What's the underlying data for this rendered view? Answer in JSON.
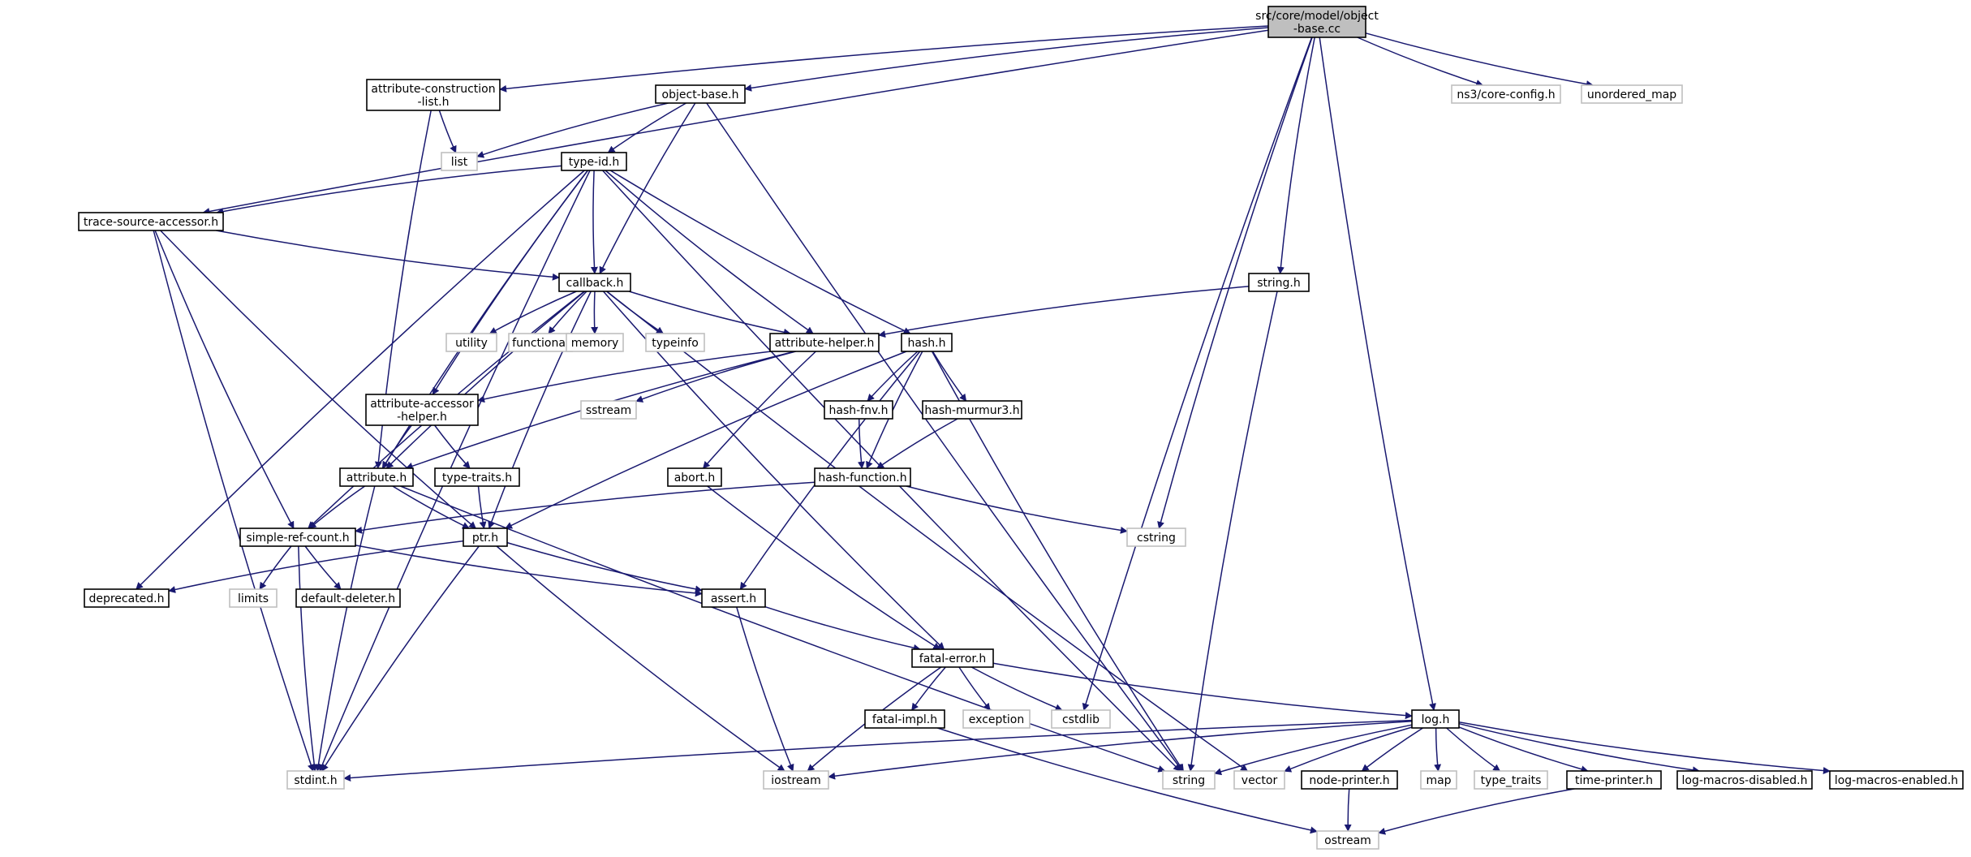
{
  "diagram": {
    "colors": {
      "edge": "#191970",
      "root_fill": "#bfbfbf",
      "node_border": "#000000",
      "external_border": "#bfbfbf"
    },
    "nodes": [
      {
        "id": "object-base-cc",
        "label": [
          "src/core/model/object",
          "-base.cc"
        ],
        "kind": "root"
      },
      {
        "id": "attribute-construction-list-h",
        "label": [
          "attribute-construction",
          "-list.h"
        ],
        "kind": "local"
      },
      {
        "id": "object-base-h",
        "label": [
          "object-base.h"
        ],
        "kind": "local"
      },
      {
        "id": "ns3-core-config-h",
        "label": [
          "ns3/core-config.h"
        ],
        "kind": "external"
      },
      {
        "id": "unordered-map",
        "label": [
          "unordered_map"
        ],
        "kind": "external"
      },
      {
        "id": "list",
        "label": [
          "list"
        ],
        "kind": "external"
      },
      {
        "id": "type-id-h",
        "label": [
          "type-id.h"
        ],
        "kind": "local"
      },
      {
        "id": "trace-source-accessor-h",
        "label": [
          "trace-source-accessor.h"
        ],
        "kind": "local"
      },
      {
        "id": "callback-h",
        "label": [
          "callback.h"
        ],
        "kind": "local"
      },
      {
        "id": "string-h",
        "label": [
          "string.h"
        ],
        "kind": "local"
      },
      {
        "id": "utility",
        "label": [
          "utility"
        ],
        "kind": "external"
      },
      {
        "id": "functional",
        "label": [
          "functional"
        ],
        "kind": "external"
      },
      {
        "id": "memory",
        "label": [
          "memory"
        ],
        "kind": "external"
      },
      {
        "id": "typeinfo",
        "label": [
          "typeinfo"
        ],
        "kind": "external"
      },
      {
        "id": "attribute-helper-h",
        "label": [
          "attribute-helper.h"
        ],
        "kind": "local"
      },
      {
        "id": "hash-h",
        "label": [
          "hash.h"
        ],
        "kind": "local"
      },
      {
        "id": "attribute-accessor-helper-h",
        "label": [
          "attribute-accessor",
          "-helper.h"
        ],
        "kind": "local"
      },
      {
        "id": "sstream",
        "label": [
          "sstream"
        ],
        "kind": "external"
      },
      {
        "id": "hash-fnv-h",
        "label": [
          "hash-fnv.h"
        ],
        "kind": "local"
      },
      {
        "id": "hash-murmur3-h",
        "label": [
          "hash-murmur3.h"
        ],
        "kind": "local"
      },
      {
        "id": "attribute-h",
        "label": [
          "attribute.h"
        ],
        "kind": "local"
      },
      {
        "id": "type-traits-h",
        "label": [
          "type-traits.h"
        ],
        "kind": "local"
      },
      {
        "id": "abort-h",
        "label": [
          "abort.h"
        ],
        "kind": "local"
      },
      {
        "id": "hash-function-h",
        "label": [
          "hash-function.h"
        ],
        "kind": "local"
      },
      {
        "id": "simple-ref-count-h",
        "label": [
          "simple-ref-count.h"
        ],
        "kind": "local"
      },
      {
        "id": "ptr-h",
        "label": [
          "ptr.h"
        ],
        "kind": "local"
      },
      {
        "id": "cstring",
        "label": [
          "cstring"
        ],
        "kind": "external"
      },
      {
        "id": "deprecated-h",
        "label": [
          "deprecated.h"
        ],
        "kind": "local"
      },
      {
        "id": "limits",
        "label": [
          "limits"
        ],
        "kind": "external"
      },
      {
        "id": "default-deleter-h",
        "label": [
          "default-deleter.h"
        ],
        "kind": "local"
      },
      {
        "id": "assert-h",
        "label": [
          "assert.h"
        ],
        "kind": "local"
      },
      {
        "id": "fatal-error-h",
        "label": [
          "fatal-error.h"
        ],
        "kind": "local"
      },
      {
        "id": "fatal-impl-h",
        "label": [
          "fatal-impl.h"
        ],
        "kind": "local"
      },
      {
        "id": "exception",
        "label": [
          "exception"
        ],
        "kind": "external"
      },
      {
        "id": "cstdlib",
        "label": [
          "cstdlib"
        ],
        "kind": "external"
      },
      {
        "id": "log-h",
        "label": [
          "log.h"
        ],
        "kind": "local"
      },
      {
        "id": "stdint-h",
        "label": [
          "stdint.h"
        ],
        "kind": "external"
      },
      {
        "id": "iostream",
        "label": [
          "iostream"
        ],
        "kind": "external"
      },
      {
        "id": "string",
        "label": [
          "string"
        ],
        "kind": "external"
      },
      {
        "id": "vector",
        "label": [
          "vector"
        ],
        "kind": "external"
      },
      {
        "id": "node-printer-h",
        "label": [
          "node-printer.h"
        ],
        "kind": "local"
      },
      {
        "id": "map",
        "label": [
          "map"
        ],
        "kind": "external"
      },
      {
        "id": "type-traits",
        "label": [
          "type_traits"
        ],
        "kind": "external"
      },
      {
        "id": "time-printer-h",
        "label": [
          "time-printer.h"
        ],
        "kind": "local"
      },
      {
        "id": "log-macros-disabled-h",
        "label": [
          "log-macros-disabled.h"
        ],
        "kind": "local"
      },
      {
        "id": "log-macros-enabled-h",
        "label": [
          "log-macros-enabled.h"
        ],
        "kind": "local"
      },
      {
        "id": "ostream",
        "label": [
          "ostream"
        ],
        "kind": "external"
      }
    ],
    "edges": [
      [
        "object-base-cc",
        "attribute-construction-list-h"
      ],
      [
        "object-base-cc",
        "object-base-h"
      ],
      [
        "object-base-cc",
        "trace-source-accessor-h"
      ],
      [
        "object-base-cc",
        "string-h"
      ],
      [
        "object-base-cc",
        "cstring"
      ],
      [
        "object-base-cc",
        "cstdlib"
      ],
      [
        "object-base-cc",
        "log-h"
      ],
      [
        "object-base-cc",
        "ns3-core-config-h"
      ],
      [
        "object-base-cc",
        "unordered-map"
      ],
      [
        "attribute-construction-list-h",
        "list"
      ],
      [
        "attribute-construction-list-h",
        "attribute-h"
      ],
      [
        "object-base-h",
        "list"
      ],
      [
        "object-base-h",
        "type-id-h"
      ],
      [
        "object-base-h",
        "callback-h"
      ],
      [
        "object-base-h",
        "string"
      ],
      [
        "type-id-h",
        "trace-source-accessor-h"
      ],
      [
        "type-id-h",
        "callback-h"
      ],
      [
        "type-id-h",
        "attribute-helper-h"
      ],
      [
        "type-id-h",
        "hash-h"
      ],
      [
        "type-id-h",
        "attribute-accessor-helper-h"
      ],
      [
        "type-id-h",
        "attribute-h"
      ],
      [
        "type-id-h",
        "deprecated-h"
      ],
      [
        "type-id-h",
        "stdint-h"
      ],
      [
        "type-id-h",
        "string"
      ],
      [
        "trace-source-accessor-h",
        "callback-h"
      ],
      [
        "trace-source-accessor-h",
        "simple-ref-count-h"
      ],
      [
        "trace-source-accessor-h",
        "ptr-h"
      ],
      [
        "trace-source-accessor-h",
        "stdint-h"
      ],
      [
        "callback-h",
        "utility"
      ],
      [
        "callback-h",
        "functional"
      ],
      [
        "callback-h",
        "memory"
      ],
      [
        "callback-h",
        "typeinfo"
      ],
      [
        "callback-h",
        "attribute-helper-h"
      ],
      [
        "callback-h",
        "attribute-h"
      ],
      [
        "callback-h",
        "simple-ref-count-h"
      ],
      [
        "callback-h",
        "ptr-h"
      ],
      [
        "callback-h",
        "fatal-error-h"
      ],
      [
        "callback-h",
        "vector"
      ],
      [
        "string-h",
        "attribute-helper-h"
      ],
      [
        "string-h",
        "string"
      ],
      [
        "attribute-helper-h",
        "attribute-accessor-helper-h"
      ],
      [
        "attribute-helper-h",
        "attribute-h"
      ],
      [
        "attribute-helper-h",
        "sstream"
      ],
      [
        "attribute-helper-h",
        "abort-h"
      ],
      [
        "hash-h",
        "hash-fnv-h"
      ],
      [
        "hash-h",
        "hash-murmur3-h"
      ],
      [
        "hash-h",
        "hash-function-h"
      ],
      [
        "hash-h",
        "assert-h"
      ],
      [
        "hash-h",
        "ptr-h"
      ],
      [
        "hash-h",
        "string"
      ],
      [
        "hash-fnv-h",
        "hash-function-h"
      ],
      [
        "hash-murmur3-h",
        "hash-function-h"
      ],
      [
        "hash-function-h",
        "simple-ref-count-h"
      ],
      [
        "hash-function-h",
        "cstring"
      ],
      [
        "attribute-accessor-helper-h",
        "attribute-h"
      ],
      [
        "attribute-accessor-helper-h",
        "type-traits-h"
      ],
      [
        "type-traits-h",
        "ptr-h"
      ],
      [
        "abort-h",
        "fatal-error-h"
      ],
      [
        "attribute-h",
        "simple-ref-count-h"
      ],
      [
        "attribute-h",
        "ptr-h"
      ],
      [
        "attribute-h",
        "stdint-h"
      ],
      [
        "attribute-h",
        "string"
      ],
      [
        "simple-ref-count-h",
        "limits"
      ],
      [
        "simple-ref-count-h",
        "default-deleter-h"
      ],
      [
        "simple-ref-count-h",
        "assert-h"
      ],
      [
        "simple-ref-count-h",
        "stdint-h"
      ],
      [
        "ptr-h",
        "deprecated-h"
      ],
      [
        "ptr-h",
        "assert-h"
      ],
      [
        "ptr-h",
        "iostream"
      ],
      [
        "ptr-h",
        "stdint-h"
      ],
      [
        "assert-h",
        "fatal-error-h"
      ],
      [
        "assert-h",
        "iostream"
      ],
      [
        "fatal-error-h",
        "fatal-impl-h"
      ],
      [
        "fatal-error-h",
        "exception"
      ],
      [
        "fatal-error-h",
        "cstdlib"
      ],
      [
        "fatal-error-h",
        "iostream"
      ],
      [
        "fatal-error-h",
        "log-h"
      ],
      [
        "fatal-impl-h",
        "ostream"
      ],
      [
        "log-h",
        "stdint-h"
      ],
      [
        "log-h",
        "iostream"
      ],
      [
        "log-h",
        "string"
      ],
      [
        "log-h",
        "vector"
      ],
      [
        "log-h",
        "node-printer-h"
      ],
      [
        "log-h",
        "map"
      ],
      [
        "log-h",
        "type-traits"
      ],
      [
        "log-h",
        "time-printer-h"
      ],
      [
        "log-h",
        "log-macros-disabled-h"
      ],
      [
        "log-h",
        "log-macros-enabled-h"
      ],
      [
        "node-printer-h",
        "ostream"
      ],
      [
        "time-printer-h",
        "ostream"
      ]
    ]
  }
}
